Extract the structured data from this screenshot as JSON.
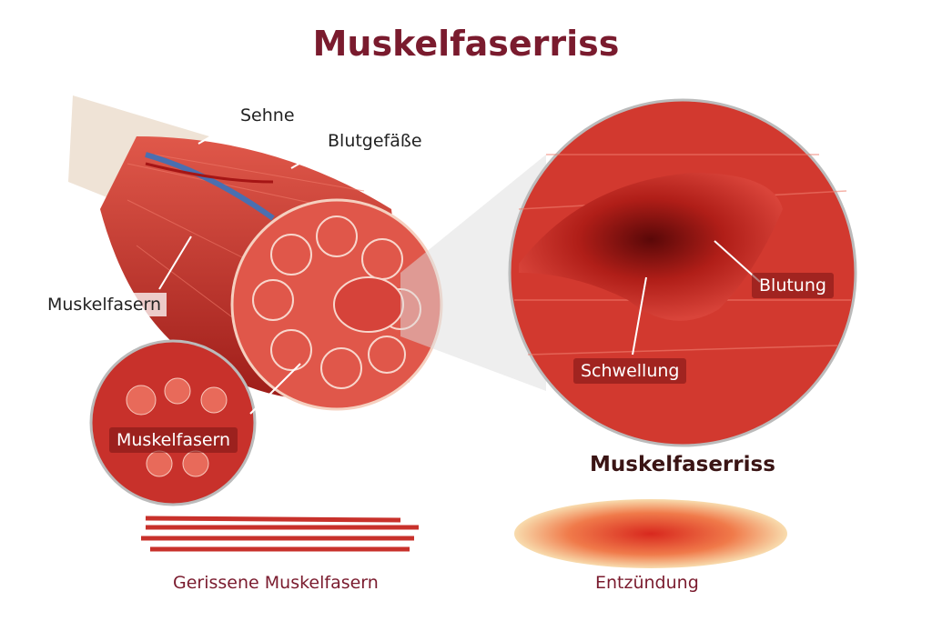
{
  "title": "Muskelfaserriss",
  "colors": {
    "title": "#7a1b2e",
    "muscle": "#c8312b",
    "dark": "#8e1414",
    "tendon": "#efe3d6",
    "vessel_blue": "#4a6fb0",
    "fat": "#f2c27a"
  },
  "labels": {
    "tendon": "Sehne",
    "vessels": "Blutgefäße",
    "fibers": "Muskelfasern",
    "fibers_inset": "Muskelfasern",
    "bleeding": "Blutung",
    "swelling": "Schwellung",
    "tear_caption": "Muskelfaserriss",
    "torn_fibers": "Gerissene Muskelfasern",
    "inflammation": "Entzündung"
  }
}
